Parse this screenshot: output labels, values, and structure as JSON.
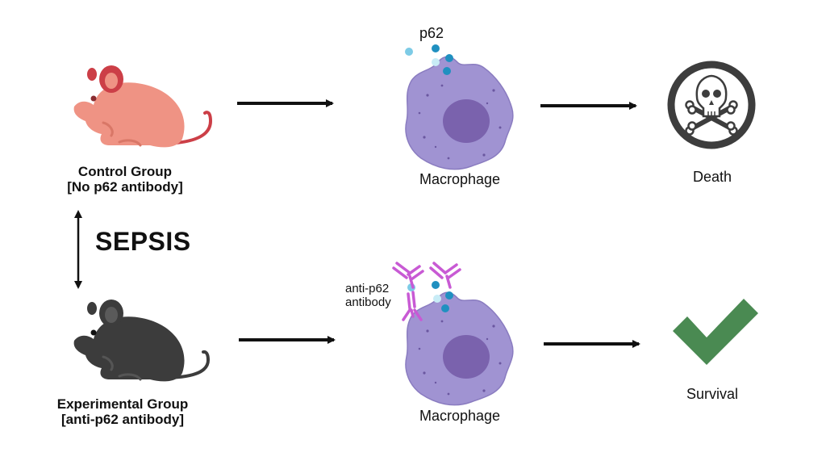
{
  "control_group": {
    "title": "Control Group",
    "subtitle": "[No p62 antibody]",
    "mouse_icon": "mouse-icon",
    "mouse_color": "#ef9384",
    "mouse_accent": "#cc3f47"
  },
  "experimental_group": {
    "title": "Experimental Group",
    "subtitle": "[anti-p62 antibody]",
    "mouse_icon": "mouse-icon",
    "mouse_color": "#3c3c3c"
  },
  "condition": {
    "label": "SEPSIS"
  },
  "top_row": {
    "particle_label": "p62",
    "cell_label": "Macrophage",
    "outcome_label": "Death",
    "outcome_icon": "skull-crossbones-icon"
  },
  "bottom_row": {
    "antibody_label_line1": "anti-p62",
    "antibody_label_line2": "antibody",
    "cell_label": "Macrophage",
    "outcome_label": "Survival",
    "outcome_icon": "checkmark-icon"
  },
  "colors": {
    "macrophage_fill": "#a093d2",
    "macrophage_nucleus": "#7a62ad",
    "antibody": "#c85ad4",
    "particle_light": "#7dcbe6",
    "particle_dark": "#2090c0",
    "check": "#4a8a52",
    "skull_ring": "#3d3d3d"
  }
}
